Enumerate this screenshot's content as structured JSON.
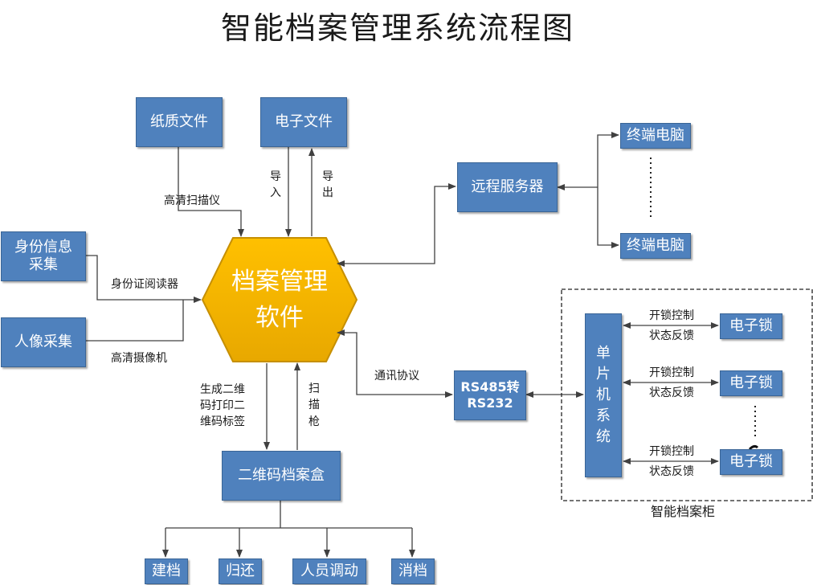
{
  "title": "智能档案管理系统流程图",
  "core": "档案管理软件",
  "nodes": {
    "paper_files": "纸质文件",
    "electronic_files": "电子文件",
    "id_collection": "身份信息采集",
    "portrait_collection": "人像采集",
    "remote_server": "远程服务器",
    "terminal_1": "终端电脑",
    "terminal_2": "终端电脑",
    "converter_line1": "RS485转",
    "converter_line2": "RS232",
    "qr_box": "二维码档案盒",
    "mcu_system": "单片机系统",
    "lock_1": "电子锁",
    "lock_2": "电子锁",
    "lock_3": "电子锁",
    "action_create": "建档",
    "action_return": "归还",
    "action_transfer": "人员调动",
    "action_cancel": "消档"
  },
  "edge_labels": {
    "scanner": "高清扫描仪",
    "import": "导入",
    "export": "导出",
    "id_reader": "身份证阅读器",
    "camera": "高清摄像机",
    "protocol": "通讯协议",
    "qr_generate_line1": "生成二维",
    "qr_generate_line2": "码打印二",
    "qr_generate_line3": "维码标签",
    "scan_gun": "扫描枪",
    "lock_control_1": "开锁控制",
    "lock_feedback_1": "状态反馈",
    "lock_control_2": "开锁控制",
    "lock_feedback_2": "状态反馈",
    "lock_control_3": "开锁控制",
    "lock_feedback_3": "状态反馈"
  },
  "group_label": "智能档案柜",
  "colors": {
    "box_fill": "#4f81bd",
    "box_border": "#3a6596",
    "hexagon_fill": "#f5b800",
    "hexagon_border": "#c68f00",
    "arrow": "#404040"
  }
}
